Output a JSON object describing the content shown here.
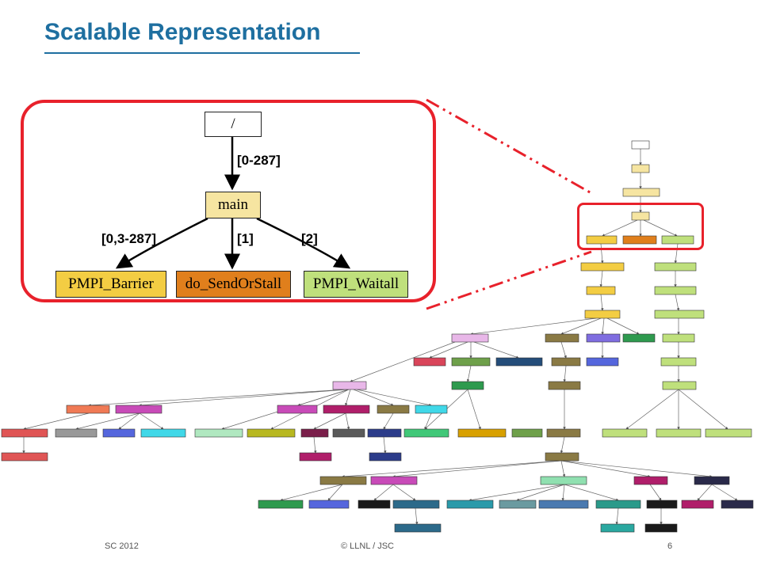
{
  "slide": {
    "title": "Scalable Representation",
    "footer_left": "SC 2012",
    "footer_center": "© LLNL / JSC",
    "footer_right": "6"
  },
  "zoom": {
    "nodes": {
      "root": "/",
      "main": "main",
      "barrier": "PMPI_Barrier",
      "send": "do_SendOrStall",
      "waitall": "PMPI_Waitall"
    },
    "edges": {
      "root_main": "[0-287]",
      "main_barrier": "[0,3-287]",
      "main_send": "[1]",
      "main_waitall": "[2]"
    },
    "colors": {
      "frame": "#e8212b",
      "root": "#ffffff",
      "main": "#f6e5a1",
      "barrier": "#f3cd43",
      "send": "#e07f1c",
      "waitall": "#bfe07c"
    }
  }
}
